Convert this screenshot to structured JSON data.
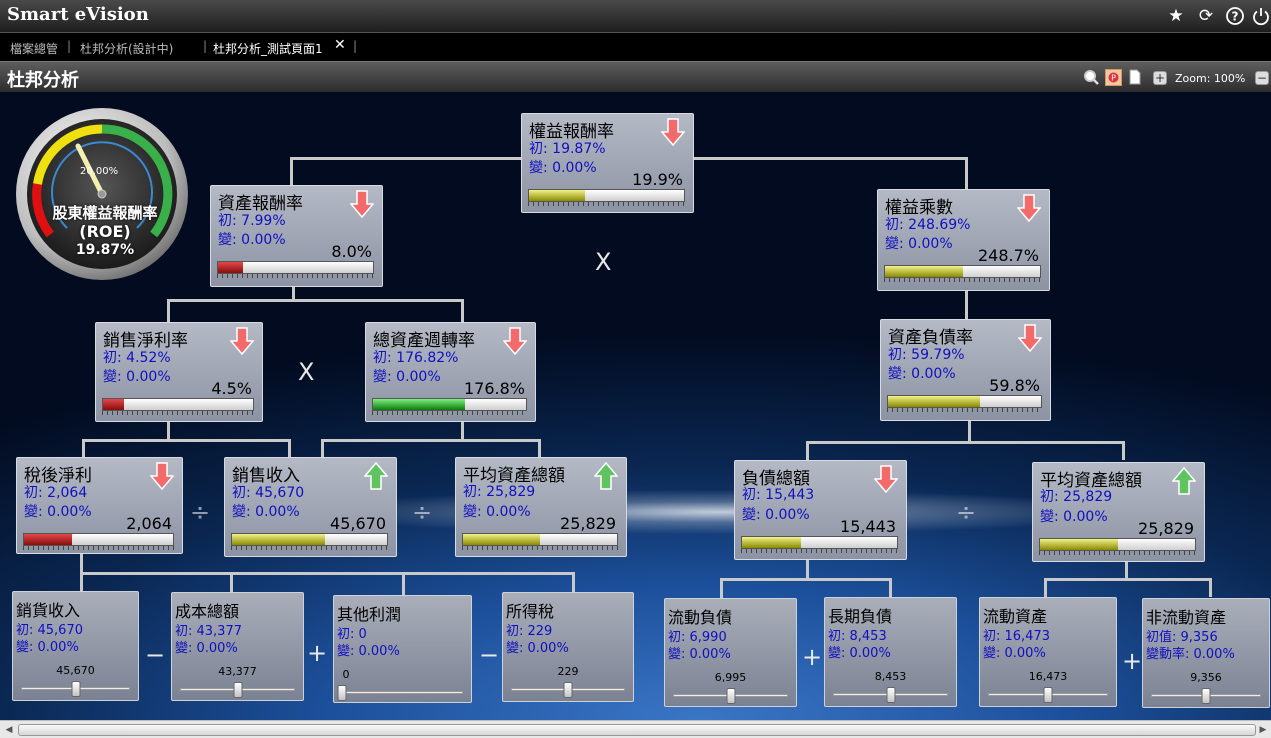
{
  "app": {
    "title": "Smart eVision"
  },
  "colors": {
    "up_arrow": "#5fc35f",
    "down_arrow": "#f26a6a",
    "value_text": "#1010c0"
  },
  "toolbar_icons": [
    "star-icon",
    "refresh-icon",
    "help-icon",
    "power-icon"
  ],
  "tabs": [
    {
      "label": "檔案總管",
      "active": false
    },
    {
      "label": "杜邦分析(設計中)",
      "active": false
    },
    {
      "label": "杜邦分析_測試頁面1",
      "active": true
    }
  ],
  "tab_close": "✕",
  "page": {
    "title": "杜邦分析",
    "zoom_label": "Zoom: 100%"
  },
  "gauge": {
    "title": "股東權益報酬率",
    "subtitle": "(ROE)",
    "value": "19.87%",
    "tick": "20.00%",
    "level": 0.2
  },
  "operators": {
    "multiply": "X",
    "divide": "÷",
    "minus": "−",
    "plus": "+"
  },
  "nodes": {
    "roe": {
      "title": "權益報酬率",
      "init": "初: 19.87%",
      "chg": "變: 0.00%",
      "value": "19.9%",
      "trend": "down",
      "fill": 0.36,
      "color": "yel"
    },
    "roa": {
      "title": "資產報酬率",
      "init": "初: 7.99%",
      "chg": "變: 0.00%",
      "value": "8.0%",
      "trend": "down",
      "fill": 0.16,
      "color": "red"
    },
    "em": {
      "title": "權益乘數",
      "init": "初: 248.69%",
      "chg": "變: 0.00%",
      "value": "248.7%",
      "trend": "down",
      "fill": 0.5,
      "color": "yel"
    },
    "npm": {
      "title": "銷售淨利率",
      "init": "初: 4.52%",
      "chg": "變: 0.00%",
      "value": "4.5%",
      "trend": "down",
      "fill": 0.14,
      "color": "red"
    },
    "tat": {
      "title": "總資產週轉率",
      "init": "初: 176.82%",
      "chg": "變: 0.00%",
      "value": "176.8%",
      "trend": "down",
      "fill": 0.6,
      "color": "grn"
    },
    "dr": {
      "title": "資產負債率",
      "init": "初: 59.79%",
      "chg": "變: 0.00%",
      "value": "59.8%",
      "trend": "down",
      "fill": 0.6,
      "color": "yel"
    },
    "ni": {
      "title": "稅後淨利",
      "init": "初: 2,064",
      "chg": "變: 0.00%",
      "value": "2,064",
      "trend": "down",
      "fill": 0.32,
      "color": "red"
    },
    "rev": {
      "title": "銷售收入",
      "init": "初: 45,670",
      "chg": "變: 0.00%",
      "value": "45,670",
      "trend": "up",
      "fill": 0.6,
      "color": "yel"
    },
    "ta1": {
      "title": "平均資產總額",
      "init": "初: 25,829",
      "chg": "變: 0.00%",
      "value": "25,829",
      "trend": "up",
      "fill": 0.5,
      "color": "yel"
    },
    "tl": {
      "title": "負債總額",
      "init": "初: 15,443",
      "chg": "變: 0.00%",
      "value": "15,443",
      "trend": "down",
      "fill": 0.38,
      "color": "yel"
    },
    "ta2": {
      "title": "平均資產總額",
      "init": "初: 25,829",
      "chg": "變: 0.00%",
      "value": "25,829",
      "trend": "up",
      "fill": 0.5,
      "color": "yel"
    }
  },
  "leaves": {
    "sales": {
      "title": "銷貨收入",
      "init": "初: 45,670",
      "chg": "變: 0.00%",
      "value": "45,670",
      "pos": 0.5
    },
    "cost": {
      "title": "成本總額",
      "init": "初: 43,377",
      "chg": "變: 0.00%",
      "value": "43,377",
      "pos": 0.5
    },
    "other": {
      "title": "其他利潤",
      "init": "初: 0",
      "chg": "變: 0.00%",
      "value": "0",
      "pos": 0.0
    },
    "tax": {
      "title": "所得稅",
      "init": "初: 229",
      "chg": "變: 0.00%",
      "value": "229",
      "pos": 0.5
    },
    "cl": {
      "title": "流動負債",
      "init": "初: 6,990",
      "chg": "變: 0.00%",
      "value": "6,995",
      "pos": 0.5
    },
    "ll": {
      "title": "長期負債",
      "init": "初: 8,453",
      "chg": "變: 0.00%",
      "value": "8,453",
      "pos": 0.5
    },
    "ca": {
      "title": "流動資產",
      "init": "初: 16,473",
      "chg": "變: 0.00%",
      "value": "16,473",
      "pos": 0.5
    },
    "nca": {
      "title": "非流動資產",
      "init": "初值: 9,356",
      "chg": "變動率: 0.00%",
      "value": "9,356",
      "pos": 0.5
    }
  }
}
